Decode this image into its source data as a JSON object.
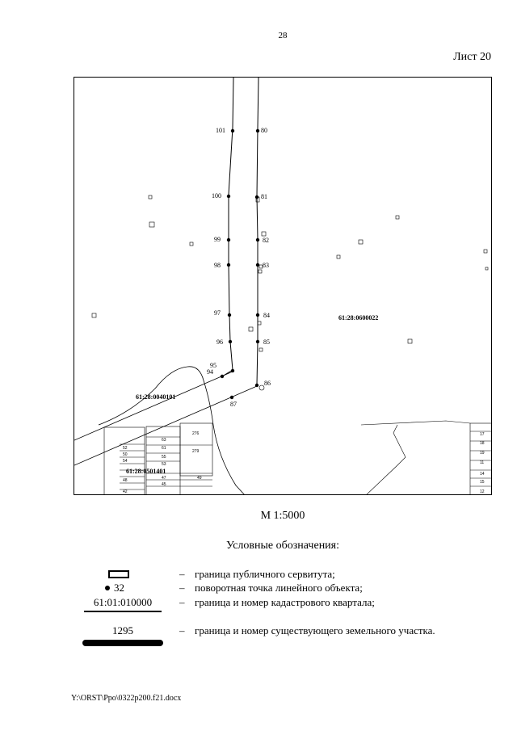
{
  "page_number": "28",
  "sheet_label": "Лист 20",
  "map": {
    "point_labels": {
      "p80": "80",
      "p81": "81",
      "p82": "82",
      "p83": "83",
      "p84": "84",
      "p85": "85",
      "p86": "86",
      "p87": "87",
      "p94": "94",
      "p95": "95",
      "p96": "96",
      "p97": "97",
      "p98": "98",
      "p99": "99",
      "p100": "100",
      "p101": "101"
    },
    "quarter_labels": {
      "q1": "61:28:0600022",
      "q2": "61:28:0040101",
      "q3": "61:28:0501401"
    },
    "parcel_labels": {
      "a1": "276",
      "a2": "279",
      "a3": "63",
      "a4": "61",
      "a5": "55",
      "a6": "53",
      "a7": "52",
      "a8": "50",
      "a9": "54",
      "a10": "47",
      "a11": "48",
      "a12": "45",
      "a13": "42",
      "a14": "49",
      "b1": "17",
      "b2": "18",
      "b3": "19",
      "b4": "11",
      "b5": "14",
      "b6": "15",
      "b7": "12"
    }
  },
  "scale": "М 1:5000",
  "legend": {
    "title": "Условные обозначения:",
    "dash": "–",
    "items": [
      {
        "sample": "",
        "desc": "граница публичного сервитута;"
      },
      {
        "sample": "32",
        "desc": "поворотная точка линейного объекта;"
      },
      {
        "sample": "61:01:010000",
        "desc": "граница и номер кадастрового квартала;"
      },
      {
        "sample": "1295",
        "desc": "граница и номер существующего земельного участка."
      }
    ]
  },
  "footer_path": "Y:\\ORST\\Ppo\\0322p200.f21.docx"
}
